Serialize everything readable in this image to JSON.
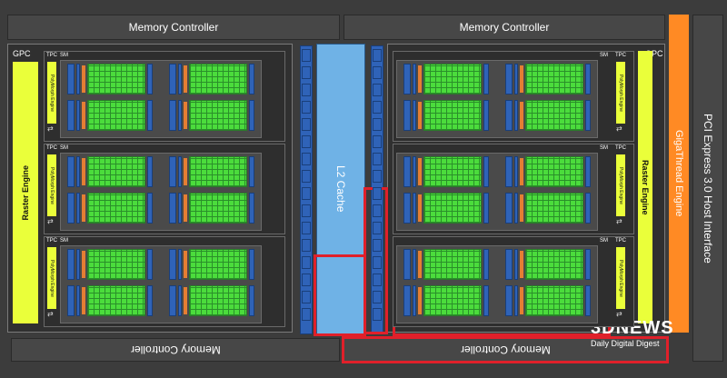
{
  "memory_controller_top_left": "Memory Controller",
  "memory_controller_top_right": "Memory Controller",
  "memory_controller_bottom_left": "Memory Controller",
  "memory_controller_bottom_right": "Memory Controller",
  "gpc_label": "GPC",
  "raster_engine_label": "Raster Engine",
  "tpc_label": "TPC",
  "sm_label": "SM",
  "polymorph_label": "PolyMorph Engine",
  "l2_cache_label": "L2 Cache",
  "gigathread_label": "GigaThread Engine",
  "pci_label": "PCI Express 3.0 Host Interface",
  "logo_mark": "3DNEWS",
  "logo_sub": "Daily Digital Digest",
  "colors": {
    "background": "#3c3c3c",
    "raster": "#eaff3a",
    "cores": "#4bdc3c",
    "l2_cache": "#6fb2e6",
    "gigathread": "#ff8a24",
    "highlight": "#e0202a",
    "blue_units": "#2f63b8"
  }
}
